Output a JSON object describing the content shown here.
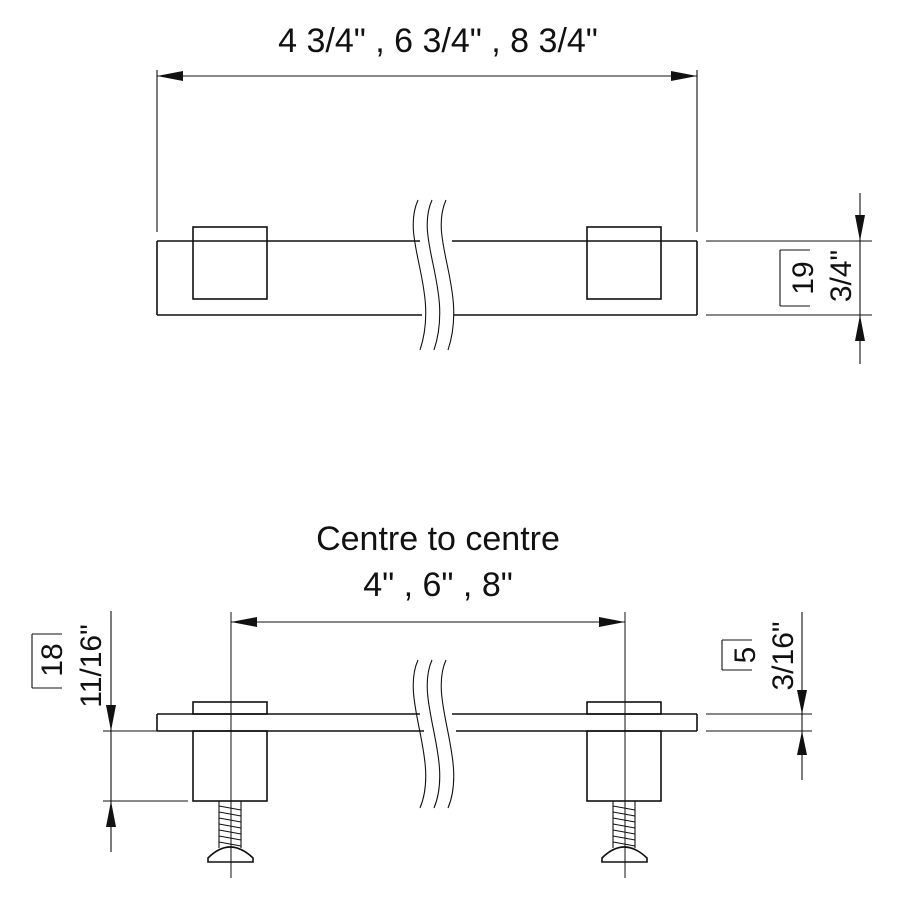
{
  "top_view": {
    "length_label": "4 3/4\" ,  6 3/4\" , 8 3/4\"",
    "height_mm": "19",
    "height_in": "3/4\""
  },
  "side_view": {
    "title": "Centre to centre",
    "centres_label": "4\" ,  6\" , 8\"",
    "left_height_mm": "18",
    "left_height_in": "11/16\"",
    "right_thickness_mm": "5",
    "right_thickness_in": "3/16\""
  }
}
